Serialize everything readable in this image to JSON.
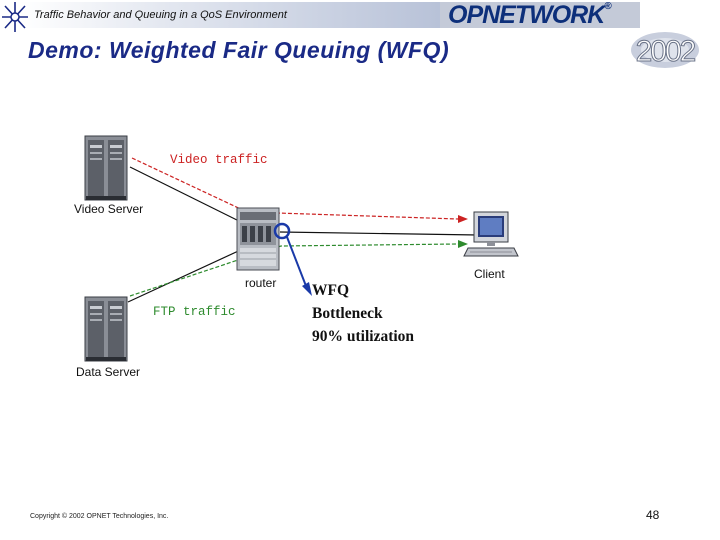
{
  "header": {
    "slide_subject": "Traffic Behavior and Queuing in a QoS Environment",
    "logo_text": "OPNETWORK",
    "logo_mark": "®",
    "year_badge": "2002"
  },
  "slide": {
    "title": "Demo:  Weighted Fair Queuing (WFQ)"
  },
  "diagram": {
    "nodes": {
      "video_server": "Video Server",
      "data_server": "Data Server",
      "router": "router",
      "client": "Client"
    },
    "flows": {
      "video": "Video traffic",
      "ftp": "FTP traffic"
    },
    "callout": {
      "line1": "WFQ",
      "line2": "Bottleneck",
      "line3": "90% utilization"
    },
    "colors": {
      "video_flow": "#cc2222",
      "ftp_flow": "#2e8b2e",
      "link": "#111111",
      "callout": "#1a3aa8"
    }
  },
  "footer": {
    "copyright": "Copyright © 2002 OPNET Technologies, Inc.",
    "page_number": "48"
  },
  "icons": [
    "opnet-star-icon",
    "year-2002-icon",
    "server-icon",
    "router-icon",
    "client-computer-icon"
  ]
}
